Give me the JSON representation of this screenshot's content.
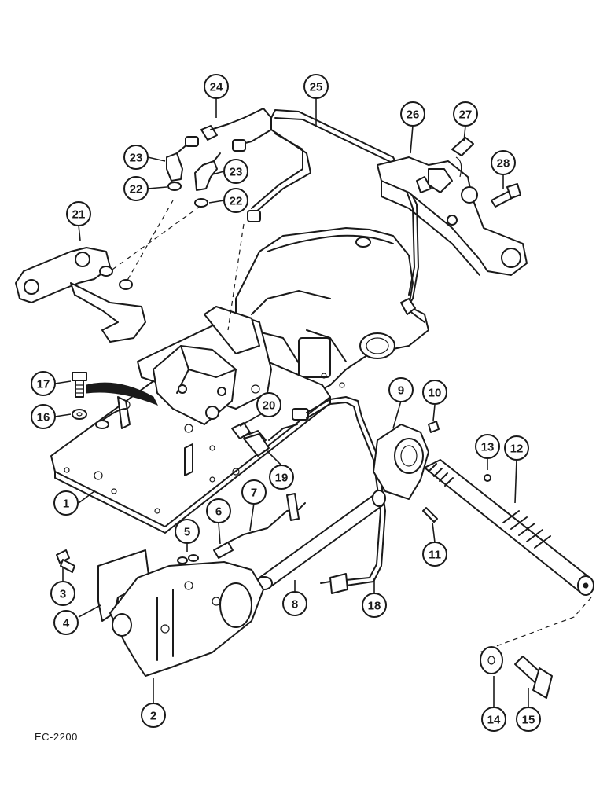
{
  "drawing_code": "EC-2200",
  "callouts": [
    "1",
    "2",
    "3",
    "4",
    "5",
    "6",
    "7",
    "8",
    "9",
    "10",
    "11",
    "12",
    "13",
    "14",
    "15",
    "16",
    "17",
    "18",
    "19",
    "20",
    "21",
    "22",
    "22",
    "23",
    "23",
    "24",
    "25",
    "26",
    "27",
    "28"
  ]
}
